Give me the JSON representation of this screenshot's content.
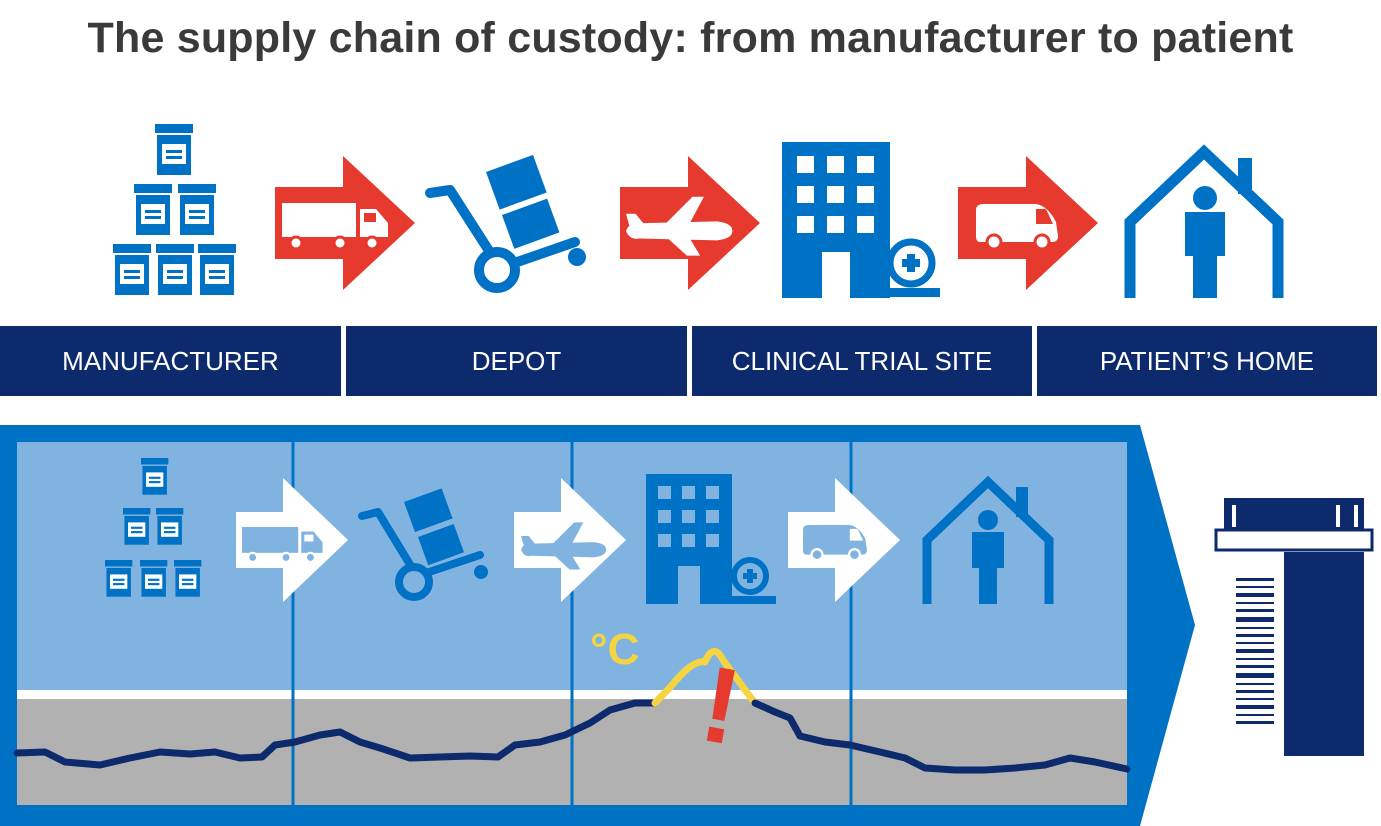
{
  "title": "The supply chain of custody: from manufacturer to patient",
  "stages": [
    {
      "label": "MANUFACTURER"
    },
    {
      "label": "DEPOT"
    },
    {
      "label": "CLINICAL TRIAL SITE"
    },
    {
      "label": "PATIENT’S HOME"
    }
  ],
  "transport": [
    "truck-icon",
    "airplane-icon",
    "van-icon"
  ],
  "alert": {
    "temperature_symbol": "°C",
    "exclamation": "!"
  },
  "colors": {
    "blue": "#0072c6",
    "navy": "#0d2a6c",
    "red": "#e63a2e",
    "light_panel": "#80b3e0",
    "grey_band": "#b1b1b1",
    "yellow": "#f5d442"
  }
}
